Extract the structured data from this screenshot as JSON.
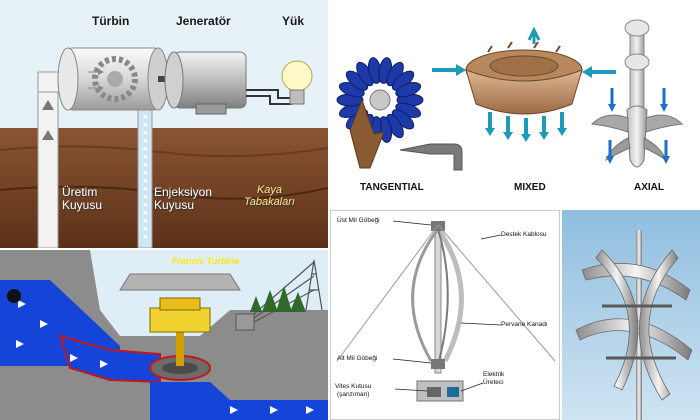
{
  "geothermal": {
    "turbine": "Türbin",
    "generator": "Jeneratör",
    "load": "Yük",
    "production_well": [
      "Üretim",
      "Kuyusu"
    ],
    "injection_well": [
      "Enjeksiyon",
      "Kuyusu"
    ],
    "rock_layers": [
      "Kaya",
      "Tabakaları"
    ]
  },
  "water_turbines": {
    "tangential": "TANGENTIAL",
    "mixed": "MIXED",
    "axial": "AXIAL"
  },
  "francis": {
    "title": "Francis Turbine"
  },
  "vertical_wind": {
    "top_hub": "Üst Mil Göbeği",
    "support_cable": "Destek Kablosu",
    "blade": "Pervane Kanadı",
    "bottom_hub": "Alt Mil Göbeği",
    "gearbox": [
      "Vites Kutusu",
      "(şanzıman)"
    ],
    "generator": [
      "Elektrik",
      "Üreteci"
    ]
  },
  "colors": {
    "sky": "#e6f1f8",
    "soil": "#7a4a2a",
    "water": "#1444d8",
    "francis_title": "#ffea00",
    "blade_blue": "#1d3aa8"
  }
}
